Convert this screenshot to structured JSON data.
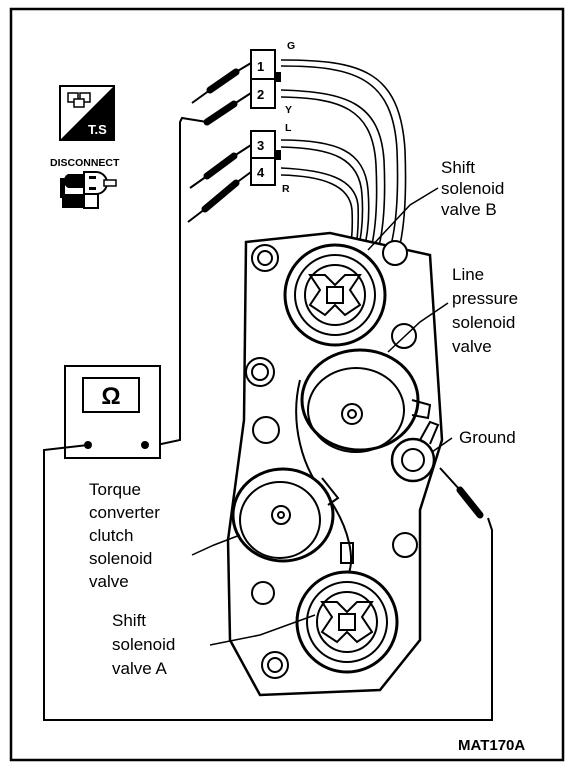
{
  "figure": {
    "code": "MAT170A"
  },
  "connector": {
    "terminals": [
      "1",
      "2",
      "3",
      "4"
    ],
    "wire_colors": [
      "G",
      "Y",
      "L",
      "R"
    ]
  },
  "badges": {
    "ts_text": "T.S",
    "disconnect_text": "DISCONNECT"
  },
  "meter": {
    "symbol": "Ω"
  },
  "labels": {
    "shift_b": [
      "Shift",
      "solenoid",
      "valve  B"
    ],
    "line_pressure": [
      "Line",
      "pressure",
      "solenoid",
      "valve"
    ],
    "ground": [
      "Ground"
    ],
    "torque": [
      "Torque",
      "converter",
      "clutch",
      "solenoid",
      "valve"
    ],
    "shift_a": [
      "Shift",
      "solenoid",
      "valve  A"
    ]
  }
}
